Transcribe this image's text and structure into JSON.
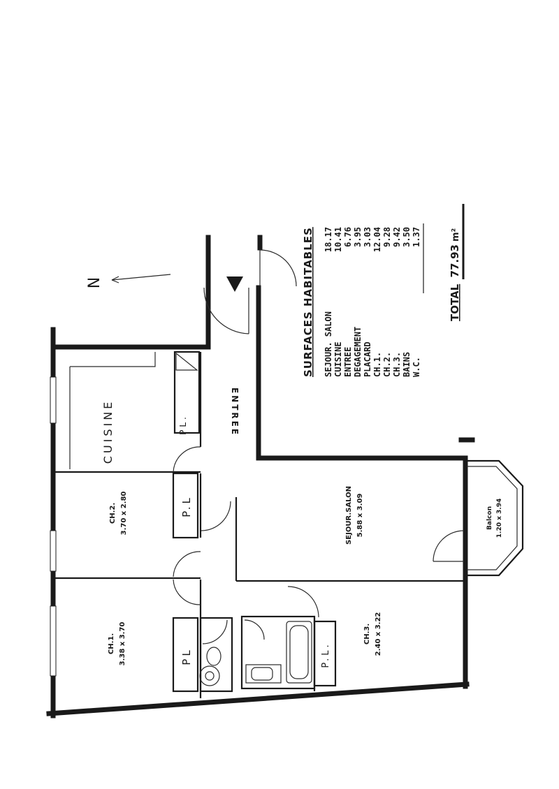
{
  "north": {
    "label": "N"
  },
  "rooms": {
    "entree": {
      "name": "ENTREE"
    },
    "cuisine": {
      "name": "CUISINE",
      "placard": "PL."
    },
    "ch2": {
      "name": "CH.2.",
      "dims": "3.70 x 2.80",
      "placard": "P.L"
    },
    "ch1": {
      "name": "CH.1.",
      "dims": "3.38 x 3.70",
      "placard": "PL"
    },
    "ch3": {
      "name": "CH.3.",
      "dims": "2.40 x 3.22",
      "placard": "P.L."
    },
    "sejour": {
      "name": "SEJOUR.SALON",
      "dims": "5.88 x 3.09"
    },
    "balcon": {
      "name": "Balcon",
      "dims": "1.20 x 3.94"
    }
  },
  "surfaces": {
    "title": "SURFACES   HABITABLES",
    "rows": [
      {
        "label": "SEJOUR. SALON",
        "value": "18.17"
      },
      {
        "label": "CUISINE",
        "value": "10.41"
      },
      {
        "label": "ENTREE",
        "value": "6.76"
      },
      {
        "label": "DEGAGEMENT",
        "value": "3.95"
      },
      {
        "label": "PLACARD",
        "value": "3.03"
      },
      {
        "label": "CH.1.",
        "value": "12.04"
      },
      {
        "label": "CH.2.",
        "value": "9.28"
      },
      {
        "label": "CH.3.",
        "value": "9.42"
      },
      {
        "label": "BAINS",
        "value": "3.50"
      },
      {
        "label": "W.C.",
        "value": "1.37"
      }
    ],
    "total_label": "TOTAL",
    "total_value": "77.93",
    "total_unit": "m²"
  }
}
